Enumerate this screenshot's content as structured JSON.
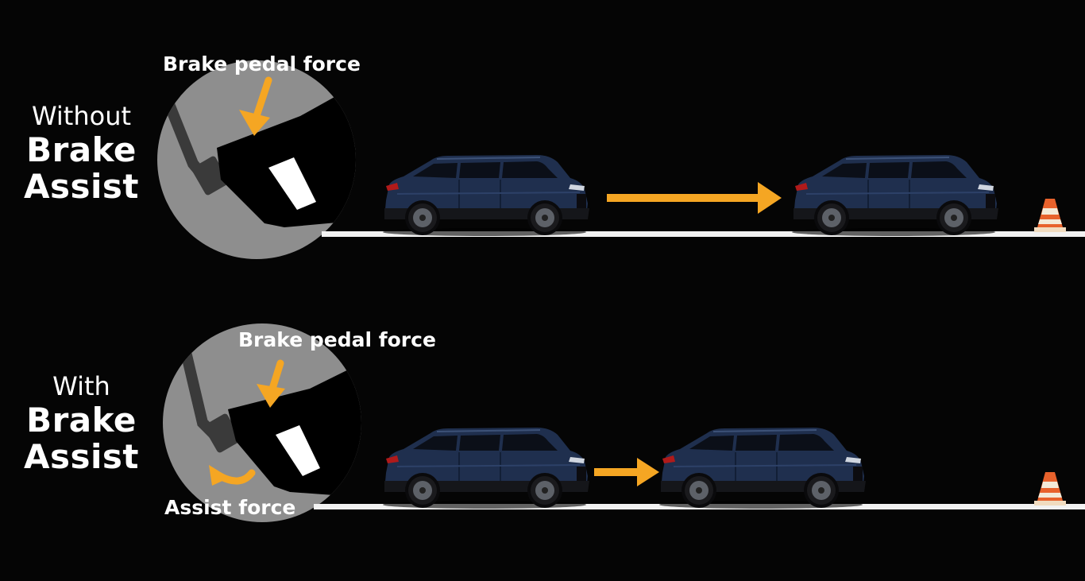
{
  "panel_top": {
    "title_line1": "Without",
    "title_line2": "Brake",
    "title_line3": "Assist",
    "pedal_label": "Brake pedal force"
  },
  "panel_bottom": {
    "title_line1": "With",
    "title_line2": "Brake",
    "title_line3": "Assist",
    "pedal_label": "Brake pedal force",
    "assist_label": "Assist force"
  },
  "colors": {
    "background": "#050505",
    "circle": "#8e8e8e",
    "arrow": "#f5a623",
    "road": "#f2f2f2",
    "car_body": "#1f2f4e",
    "cone_orange": "#e8622c"
  },
  "icons": {
    "car": "suv-car-icon",
    "cone": "traffic-cone-icon",
    "arrow": "right-arrow-icon",
    "pedal": "brake-pedal-foot-icon"
  }
}
